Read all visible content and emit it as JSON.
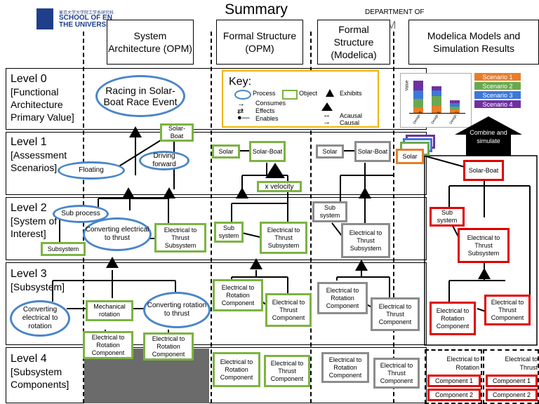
{
  "title": "Summary",
  "logo": {
    "small": "東京大学大学院工学系研究科",
    "line1": "SCHOOL OF EN",
    "line2": "THE UNIVERSIT"
  },
  "dept": {
    "line1": "DEPARTMENT OF",
    "line2": "STEM"
  },
  "columns": [
    {
      "label": "System Architecture (OPM)"
    },
    {
      "label": "Formal Structure (OPM)"
    },
    {
      "label": "Formal Structure (Modelica)"
    },
    {
      "label": "Modelica Models and Simulation Results"
    }
  ],
  "levels": [
    {
      "title": "Level 0",
      "desc": "[Functional Architecture Primary Value]"
    },
    {
      "title": "Level 1",
      "desc": "[Assessment Scenarios]"
    },
    {
      "title": "Level 2",
      "desc": "[System of Interest]"
    },
    {
      "title": "Level 3",
      "desc": "[Subsystem]"
    },
    {
      "title": "Level 4",
      "desc": "[Subsystem Components]"
    }
  ],
  "key": {
    "title": "Key:",
    "process": "Process",
    "object": "Object",
    "exhibits": "Exhibits",
    "consumes": "Consumes",
    "effects": "Effects",
    "enables": "Enables",
    "acausal": "Acausal",
    "causal": "Causal"
  },
  "opm_arch": {
    "racing": "Racing in Solar-Boat Race Event",
    "solarboat": "Solar-Boat",
    "driving": "Driving forward",
    "floating": "Floating",
    "subprocess": "Sub process",
    "converting_thrust": "Converting electrical to thrust",
    "e2t_subsystem": "Electrical to Thrust Subsystem",
    "subsystem": "Subsystem",
    "mech_rotation": "Mechanical rotation",
    "conv_e2r": "Converting electrical to rotation",
    "conv_r2t": "Converting rotation to thrust",
    "e2r_comp": "Electrical to Rotation Component",
    "r2t_comp": "Electrical to Rotation Component"
  },
  "opm_formal": {
    "solar": "Solar",
    "solarboat": "Solar-Boat",
    "xvelocity": "x velocity",
    "subsystem": "Sub system",
    "e2t_subsystem": "Electrical to Thrust Subsystem",
    "e2r_comp": "Electrical to Rotation Component",
    "e2t_comp": "Electrical to Thrust Component",
    "l4_e2r": "Electrical to Rotation Component",
    "l4_e2t": "Electrical to Thrust Component"
  },
  "modelica": {
    "solar": "Solar",
    "solarboat": "Solar-Boat",
    "subsystem": "Sub system",
    "e2t_subsystem": "Electrical to Thrust Subsystem",
    "e2r_comp": "Electrical to Rotation Component",
    "e2t_comp": "Electrical to Thrust Component",
    "l4_e2r": "Electrical to Rotation Component",
    "l4_e2t": "Electrical to Thrust Component"
  },
  "sim": {
    "scenarios": [
      {
        "label": "Scenario 1",
        "color": "#e87d2a"
      },
      {
        "label": "Scenario 2",
        "color": "#6aa84f"
      },
      {
        "label": "Scenario 3",
        "color": "#3c78d8"
      },
      {
        "label": "Scenario 4",
        "color": "#7030a0"
      }
    ],
    "chart_ylabel": "Value",
    "chart_x": [
      "Design B",
      "Design A",
      "Design C"
    ],
    "combine": "Combine and simulate",
    "solar": "Solar",
    "solarboat": "Solar-Boat",
    "subsystem": "Sub system",
    "e2t_subsystem": "Electrical to Thrust Subsystem",
    "e2r_comp": "Electrical to Rotation Component",
    "e2t_comp": "Electrical to Thrust Component",
    "l4_left_title": "Electrical to Rotation",
    "l4_right_title": "Electrical to Thrust",
    "comp1": "Component 1",
    "comp2": "Component 2"
  },
  "colors": {
    "process": "#4a86c8",
    "object": "#7cb342",
    "modelica": "#8c8c8c",
    "sim": "#e00000",
    "key_border": "#f0b400"
  }
}
